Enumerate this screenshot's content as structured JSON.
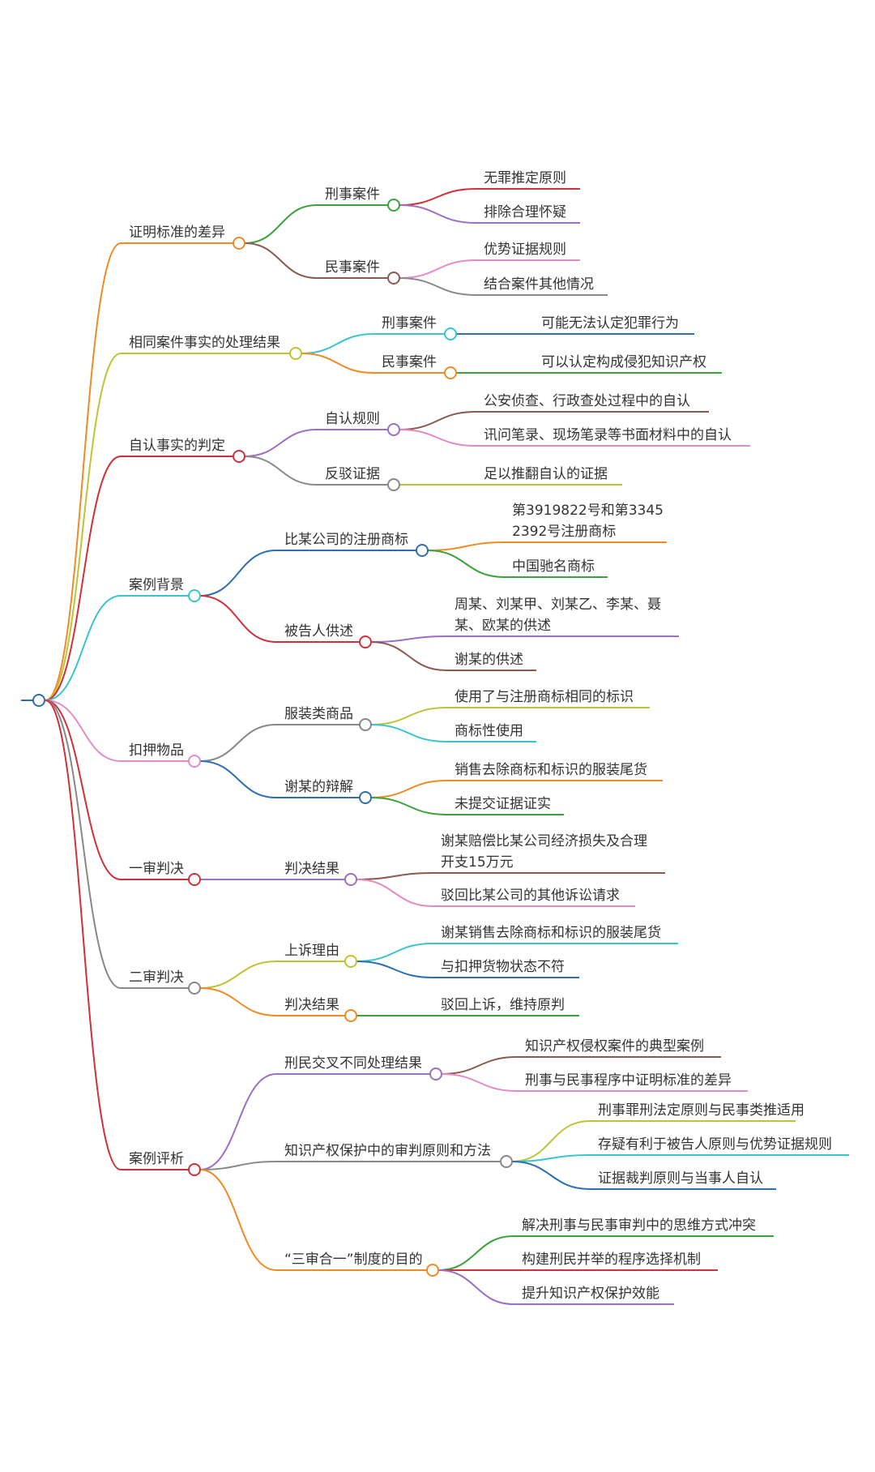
{
  "colors": {
    "orange": "#F08A24",
    "olive": "#BDC435",
    "red": "#D0303A",
    "cyan": "#38C5CE",
    "pink": "#E58BC4",
    "gray": "#888888",
    "purple": "#9B6FC3",
    "green": "#3AA33C",
    "brown": "#8A5A4E",
    "blue": "#2D6FAF",
    "root": "#2D6FAF"
  },
  "mindmap": {
    "branches": [
      {
        "id": "b1",
        "label": "证明标准的差异",
        "color": "orange",
        "children": [
          {
            "id": "b1a",
            "label": "刑事案件",
            "color": "green",
            "children": [
              {
                "id": "b1a1",
                "label": "无罪推定原则",
                "color": "red"
              },
              {
                "id": "b1a2",
                "label": "排除合理怀疑",
                "color": "purple"
              }
            ]
          },
          {
            "id": "b1b",
            "label": "民事案件",
            "color": "brown",
            "children": [
              {
                "id": "b1b1",
                "label": "优势证据规则",
                "color": "pink"
              },
              {
                "id": "b1b2",
                "label": "结合案件其他情况",
                "color": "gray"
              }
            ]
          }
        ]
      },
      {
        "id": "b2",
        "label": "相同案件事实的处理结果",
        "color": "olive",
        "children": [
          {
            "id": "b2a",
            "label": "刑事案件",
            "color": "cyan",
            "children": [
              {
                "id": "b2a1",
                "label": "可能无法认定犯罪行为",
                "color": "blue"
              }
            ]
          },
          {
            "id": "b2b",
            "label": "民事案件",
            "color": "orange",
            "children": [
              {
                "id": "b2b1",
                "label": "可以认定构成侵犯知识产权",
                "color": "green"
              }
            ]
          }
        ]
      },
      {
        "id": "b3",
        "label": "自认事实的判定",
        "color": "red",
        "children": [
          {
            "id": "b3a",
            "label": "自认规则",
            "color": "purple",
            "children": [
              {
                "id": "b3a1",
                "label": "公安侦查、行政查处过程中的自认",
                "color": "brown"
              },
              {
                "id": "b3a2",
                "label": "讯问笔录、现场笔录等书面材料中的自认",
                "color": "pink"
              }
            ]
          },
          {
            "id": "b3b",
            "label": "反驳证据",
            "color": "gray",
            "children": [
              {
                "id": "b3b1",
                "label": "足以推翻自认的证据",
                "color": "olive"
              }
            ]
          }
        ]
      },
      {
        "id": "b4",
        "label": "案例背景",
        "color": "cyan",
        "children": [
          {
            "id": "b4a",
            "label": "比某公司的注册商标",
            "color": "blue",
            "children": [
              {
                "id": "b4a1",
                "label": [
                  "第3919822号和第3345",
                  "2392号注册商标"
                ],
                "color": "orange"
              },
              {
                "id": "b4a2",
                "label": "中国驰名商标",
                "color": "green"
              }
            ]
          },
          {
            "id": "b4b",
            "label": "被告人供述",
            "color": "red",
            "children": [
              {
                "id": "b4b1",
                "label": [
                  "周某、刘某甲、刘某乙、李某、聂",
                  "某、欧某的供述"
                ],
                "color": "purple"
              },
              {
                "id": "b4b2",
                "label": "谢某的供述",
                "color": "brown"
              }
            ]
          }
        ]
      },
      {
        "id": "b5",
        "label": "扣押物品",
        "color": "pink",
        "children": [
          {
            "id": "b5a",
            "label": "服装类商品",
            "color": "gray",
            "children": [
              {
                "id": "b5a1",
                "label": "使用了与注册商标相同的标识",
                "color": "olive"
              },
              {
                "id": "b5a2",
                "label": "商标性使用",
                "color": "cyan"
              }
            ]
          },
          {
            "id": "b5b",
            "label": "谢某的辩解",
            "color": "blue",
            "children": [
              {
                "id": "b5b1",
                "label": "销售去除商标和标识的服装尾货",
                "color": "orange"
              },
              {
                "id": "b5b2",
                "label": "未提交证据证实",
                "color": "green"
              }
            ]
          }
        ]
      },
      {
        "id": "b6",
        "label": "一审判决",
        "color": "red",
        "children": [
          {
            "id": "b6a",
            "label": "判决结果",
            "color": "purple",
            "children": [
              {
                "id": "b6a1",
                "label": [
                  "谢某赔偿比某公司经济损失及合理",
                  "开支15万元"
                ],
                "color": "brown"
              },
              {
                "id": "b6a2",
                "label": "驳回比某公司的其他诉讼请求",
                "color": "pink"
              }
            ]
          }
        ]
      },
      {
        "id": "b7",
        "label": "二审判决",
        "color": "gray",
        "children": [
          {
            "id": "b7a",
            "label": "上诉理由",
            "color": "olive",
            "children": [
              {
                "id": "b7a1",
                "label": "谢某销售去除商标和标识的服装尾货",
                "color": "cyan"
              },
              {
                "id": "b7a2",
                "label": "与扣押货物状态不符",
                "color": "blue"
              }
            ]
          },
          {
            "id": "b7b",
            "label": "判决结果",
            "color": "orange",
            "children": [
              {
                "id": "b7b1",
                "label": "驳回上诉，维持原判",
                "color": "green"
              }
            ]
          }
        ]
      },
      {
        "id": "b8",
        "label": "案例评析",
        "color": "red",
        "children": [
          {
            "id": "b8a",
            "label": "刑民交叉不同处理结果",
            "color": "purple",
            "children": [
              {
                "id": "b8a1",
                "label": "知识产权侵权案件的典型案例",
                "color": "brown"
              },
              {
                "id": "b8a2",
                "label": "刑事与民事程序中证明标准的差异",
                "color": "pink"
              }
            ]
          },
          {
            "id": "b8b",
            "label": "知识产权保护中的审判原则和方法",
            "color": "gray",
            "children": [
              {
                "id": "b8b1",
                "label": "刑事罪刑法定原则与民事类推适用",
                "color": "olive"
              },
              {
                "id": "b8b2",
                "label": "存疑有利于被告人原则与优势证据规则",
                "color": "cyan"
              },
              {
                "id": "b8b3",
                "label": "证据裁判原则与当事人自认",
                "color": "blue"
              }
            ]
          },
          {
            "id": "b8c",
            "label": "“三审合一”制度的目的",
            "color": "orange",
            "children": [
              {
                "id": "b8c1",
                "label": "解决刑事与民事审判中的思维方式冲突",
                "color": "green"
              },
              {
                "id": "b8c2",
                "label": "构建刑民并举的程序选择机制",
                "color": "red"
              },
              {
                "id": "b8c3",
                "label": "提升知识产权保护效能",
                "color": "purple"
              }
            ]
          }
        ]
      }
    ]
  }
}
